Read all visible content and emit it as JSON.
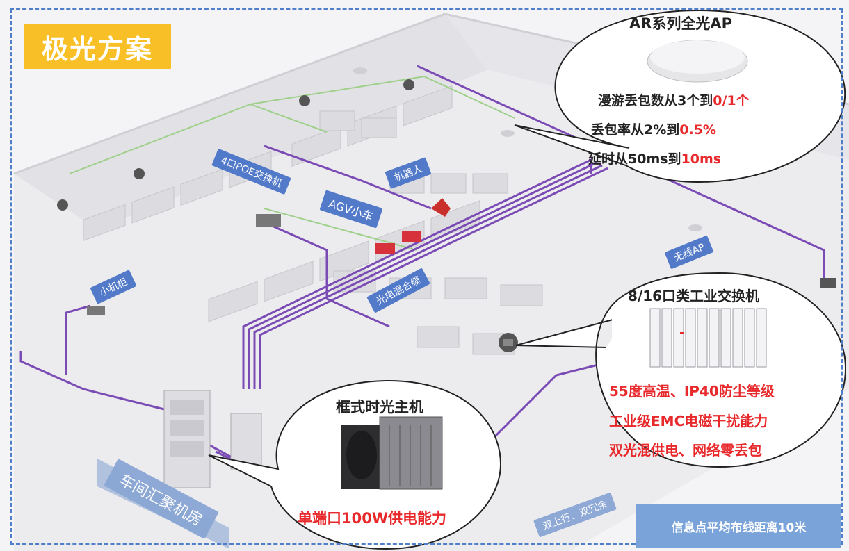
{
  "title": "极光方案",
  "area_labels": {
    "poe_switch": "4口POE交换机",
    "agv": "AGV小车",
    "robot": "机器人",
    "small_cabinet": "小机柜",
    "hybrid_cable": "光电混合缆",
    "wireless_ap": "无线AP",
    "machine_room": "车间汇聚机房",
    "dual_uplink": "双上行、双冗余"
  },
  "ap_callout": {
    "title": "AR系列全光AP",
    "lines": [
      {
        "prefix": "漫游丢包数从3个到",
        "highlight": "0/1个"
      },
      {
        "prefix": "丢包率从2%到",
        "highlight": "0.5%"
      },
      {
        "prefix": "延时从50ms到",
        "highlight": "10ms"
      }
    ]
  },
  "switch_callout": {
    "title": "8/16口类工业交换机",
    "lines": [
      "55度高温、IP40防尘等级",
      "工业级EMC电磁干扰能力",
      "双光混供电、网络零丢包"
    ]
  },
  "host_callout": {
    "title": "框式时光主机",
    "line": "单端口100W供电能力"
  },
  "note": "信息点平均布线距离10米",
  "colors": {
    "frame": "#4f7fc8",
    "title_bg": "#f8c026",
    "highlight": "#e8292c",
    "cable": "#7b4bb5",
    "note_bg": "#7aa3da"
  }
}
